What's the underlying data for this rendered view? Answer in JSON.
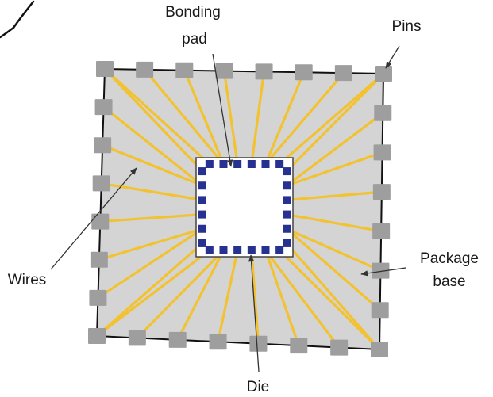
{
  "labels": {
    "bonding_pad_line1": "Bonding",
    "bonding_pad_line2": "pad",
    "pins": "Pins",
    "wires": "Wires",
    "package_base_line1": "Package",
    "package_base_line2": "base",
    "die": "Die"
  },
  "colors": {
    "package_fill": "#d4d4d4",
    "package_border": "#111111",
    "pin_fill": "#9e9e9e",
    "wire": "#f2c230",
    "die_fill": "#ffffff",
    "die_pad": "#27318f",
    "leader_line": "#333333"
  },
  "counts": {
    "pins_per_side": 8,
    "die_pads_per_side": 6
  }
}
